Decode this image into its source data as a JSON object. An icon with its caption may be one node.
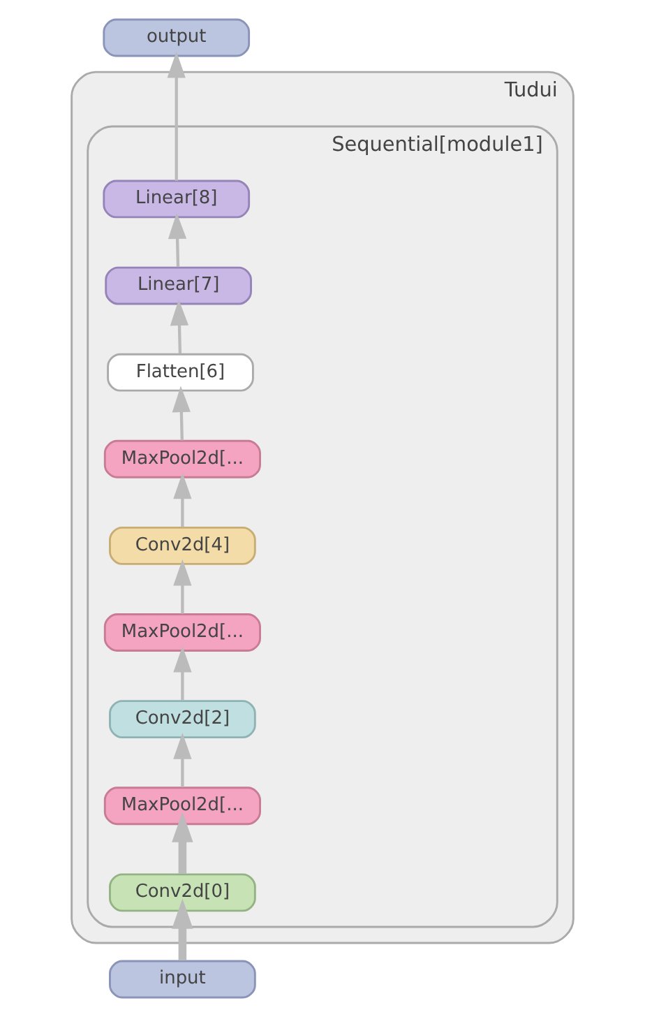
{
  "diagram": {
    "nodes": [
      {
        "text": [
          "output"
        ]
      },
      {
        "text": [
          "Tudui"
        ]
      },
      {
        "text": [
          "Sequential[module1]"
        ],
        "in": 1
      },
      {
        "text": [
          "Linear[8]"
        ],
        "in": 2
      },
      {
        "text": [
          "Linear[7]"
        ],
        "in": 2
      },
      {
        "text": [
          "Flatten[6]"
        ],
        "in": 2
      },
      {
        "text": [
          "MaxPool2d[..."
        ],
        "in": 2
      },
      {
        "text": [
          "Conv2d[4]"
        ],
        "in": 2
      },
      {
        "text": [
          "MaxPool2d[..."
        ],
        "in": 2
      },
      {
        "text": [
          "Conv2d[2]"
        ],
        "in": 2
      },
      {
        "text": [
          "MaxPool2d[..."
        ],
        "in": 2
      },
      {
        "text": [
          "Conv2d[0]"
        ],
        "in": 2
      },
      {
        "text": [
          "input"
        ]
      }
    ],
    "edges": [
      {
        "from": 12,
        "to": 11,
        "arrow": "to",
        "style": "thick"
      },
      {
        "from": 11,
        "to": 10,
        "arrow": "to",
        "style": "thick"
      },
      {
        "from": 10,
        "to": 9,
        "arrow": "to"
      },
      {
        "from": 9,
        "to": 8,
        "arrow": "to"
      },
      {
        "from": 8,
        "to": 7,
        "arrow": "to"
      },
      {
        "from": 7,
        "to": 6,
        "arrow": "to"
      },
      {
        "from": 6,
        "to": 5,
        "arrow": "to"
      },
      {
        "from": 5,
        "to": 4,
        "arrow": "to"
      },
      {
        "from": 4,
        "to": 3,
        "arrow": "to"
      },
      {
        "from": 3,
        "to": 0,
        "arrow": "to"
      }
    ]
  }
}
